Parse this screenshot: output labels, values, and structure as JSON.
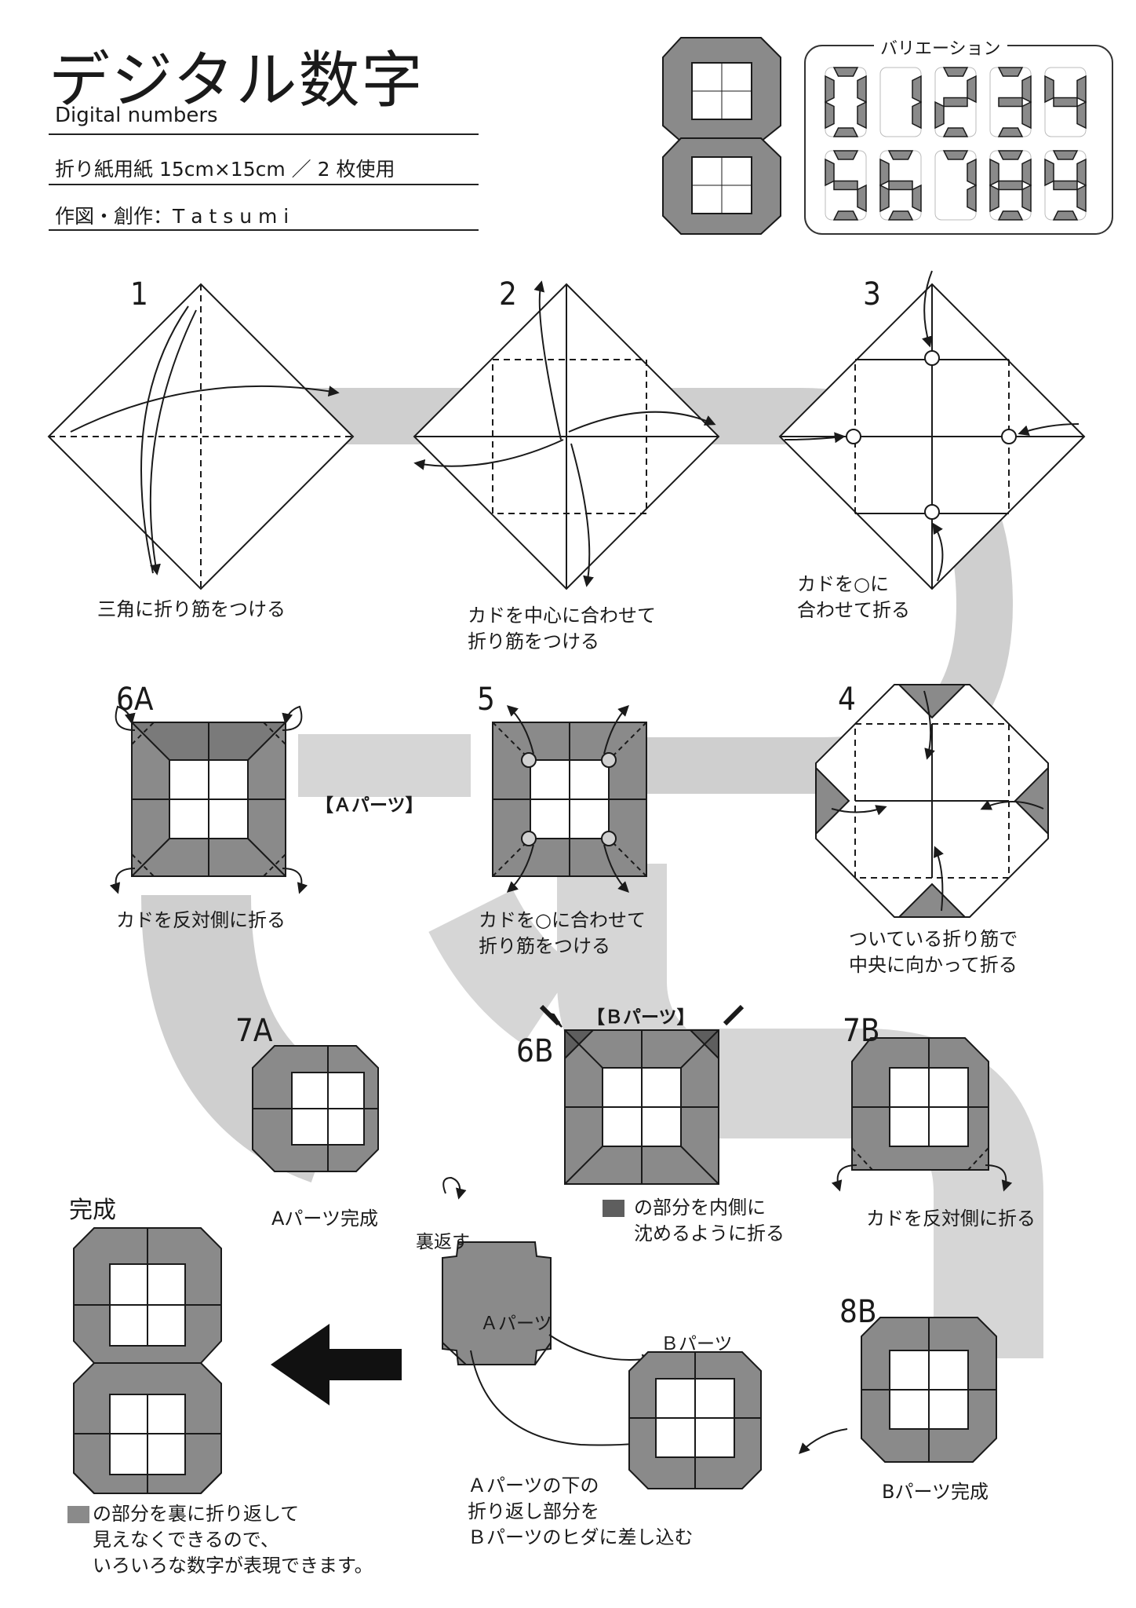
{
  "header": {
    "title": "デジタル数字",
    "subtitle": "Digital numbers",
    "paper": "折り紙用紙 15cm×15cm ／ 2 枚使用",
    "author": "作図・創作：T a t s u m i"
  },
  "variation": {
    "label": "バリエーション",
    "digits": [
      "0",
      "1",
      "2",
      "3",
      "4",
      "5",
      "6",
      "7",
      "8",
      "9"
    ]
  },
  "steps": [
    {
      "id": "1",
      "caption": "三角に折り筋をつける"
    },
    {
      "id": "2",
      "caption": "カドを中心に合わせて\n折り筋をつける"
    },
    {
      "id": "3",
      "caption": "カドを○に\n合わせて折る"
    },
    {
      "id": "4",
      "caption": "ついている折り筋で\n中央に向かって折る"
    },
    {
      "id": "5",
      "caption": "カドを○に合わせて\n折り筋をつける"
    },
    {
      "id": "6A",
      "caption": "カドを反対側に折る"
    },
    {
      "id": "7A",
      "caption": "Aパーツ完成"
    },
    {
      "id": "6B",
      "caption": "の部分を内側に\n沈めるように折る"
    },
    {
      "id": "7B",
      "caption": "カドを反対側に折る"
    },
    {
      "id": "8B",
      "caption": "Bパーツ完成"
    }
  ],
  "labels": {
    "a_part_bracket": "【Ａパーツ】",
    "b_part_bracket": "【Ｂパーツ】",
    "flip": "裏返す",
    "a_part": "Ａパーツ",
    "b_part": "Ｂパーツ",
    "final_title": "完成",
    "insert_caption": "Ａパーツの下の\n折り返し部分を\nＢパーツのヒダに差し込む",
    "final_caption": "の部分を裏に折り返して\n見えなくできるので、\nいろいろな数字が表現できます。"
  },
  "colors": {
    "gray_paper": "#8a8a8a",
    "dark_gray": "#5e5e5e",
    "path_gray": "#cfcfcf",
    "line": "#1a1a1a"
  }
}
